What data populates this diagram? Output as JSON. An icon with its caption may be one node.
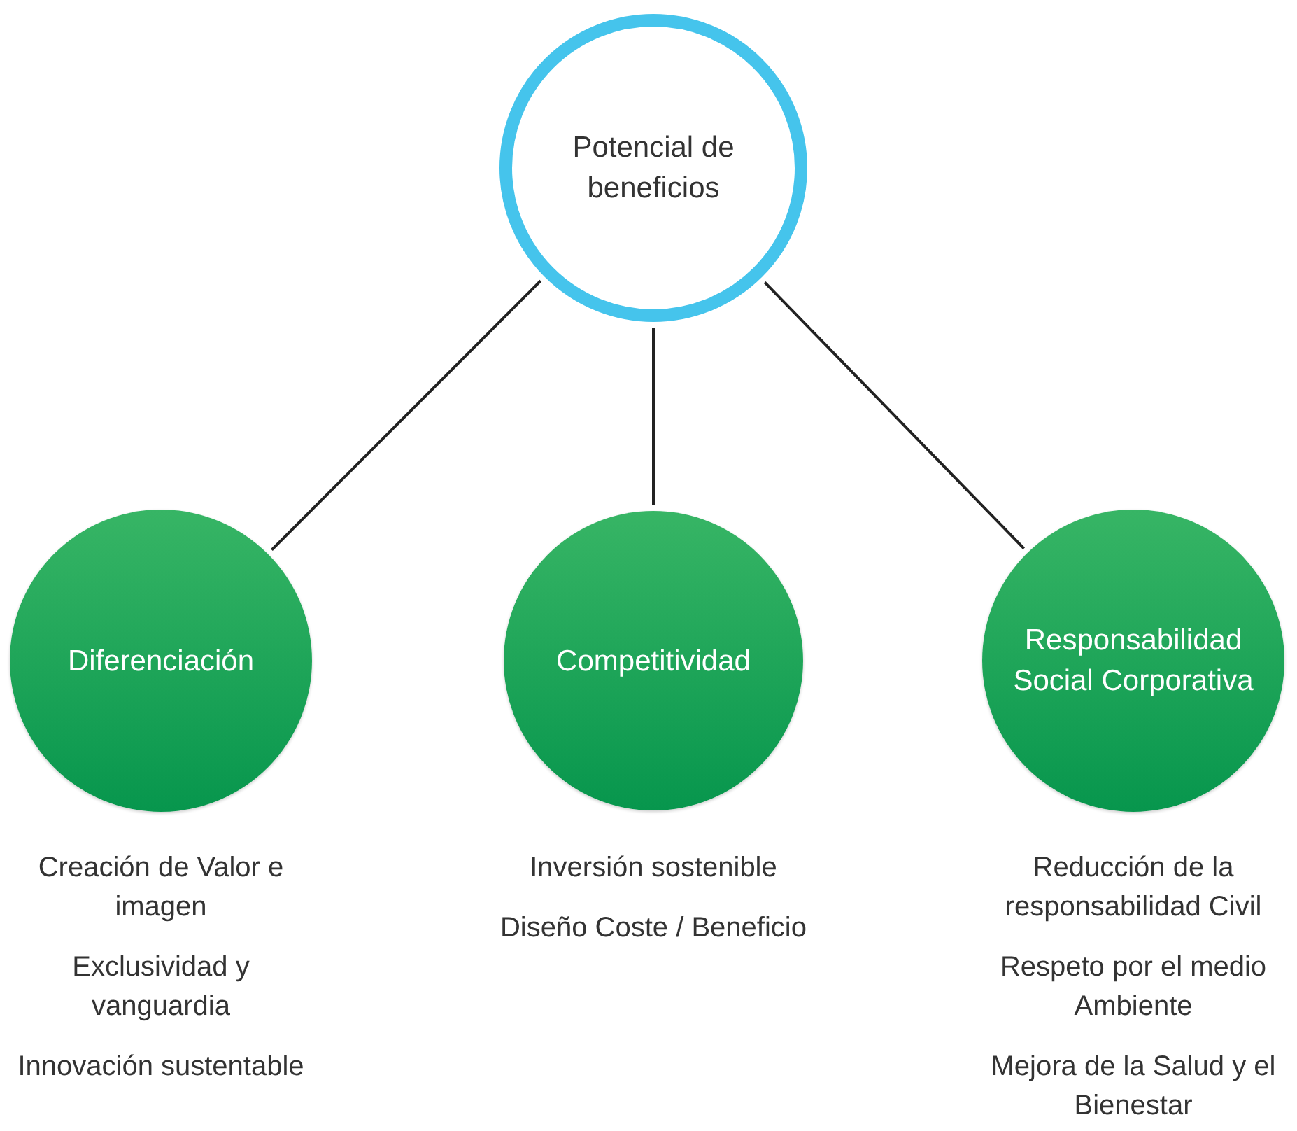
{
  "diagram": {
    "nodes": [
      {
        "text": [
          "Potencial de beneficios"
        ]
      },
      {
        "text": [
          "Diferenciación"
        ],
        "beside": [
          "Creación de Valor e imagen",
          "Exclusividad y vanguardia",
          "Innovación sustentable"
        ]
      },
      {
        "text": [
          "Competitividad"
        ],
        "beside": [
          "Inversión sostenible",
          "Diseño Coste / Beneficio"
        ]
      },
      {
        "text": [
          "Responsabilidad Social Corporativa"
        ],
        "beside": [
          "Reducción de la responsabilidad Civil",
          "Respeto por el medio Ambiente",
          "Mejora de la Salud y el Bienestar"
        ]
      }
    ],
    "edges": [
      {
        "from": 0,
        "to": 1,
        "arrow": "none"
      },
      {
        "from": 0,
        "to": 2,
        "arrow": "none"
      },
      {
        "from": 0,
        "to": 3,
        "arrow": "none"
      }
    ]
  }
}
